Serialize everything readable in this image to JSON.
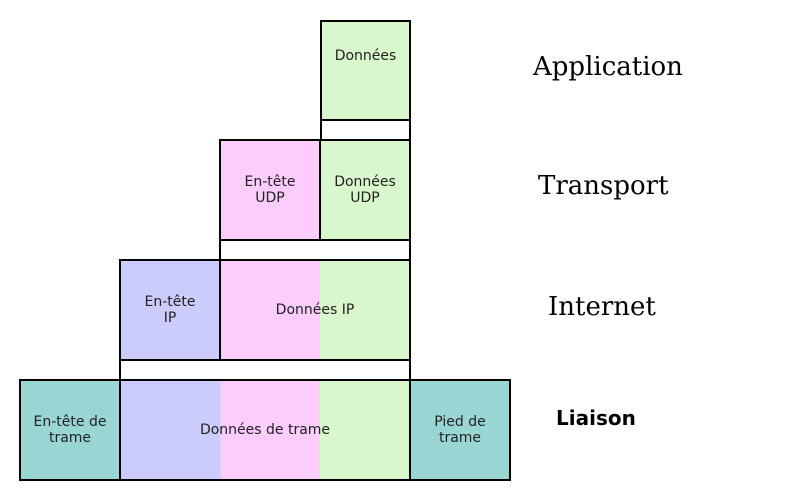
{
  "layers": {
    "application": "Application",
    "transport": "Transport",
    "internet": "Internet",
    "liaison": "Liaison"
  },
  "boxes": {
    "app_data": "Données",
    "udp_header": "En-tête\nUDP",
    "udp_data": "Données\nUDP",
    "ip_header": "En-tête\nIP",
    "ip_data": "Données IP",
    "frame_header": "En-tête de\ntrame",
    "frame_data": "Données de trame",
    "frame_footer": "Pied de\ntrame"
  },
  "colors": {
    "application_data": "#d9f7cc",
    "udp_header": "#fcccfc",
    "ip_header": "#ccccfc",
    "frame_header_footer": "#99d6d3"
  }
}
